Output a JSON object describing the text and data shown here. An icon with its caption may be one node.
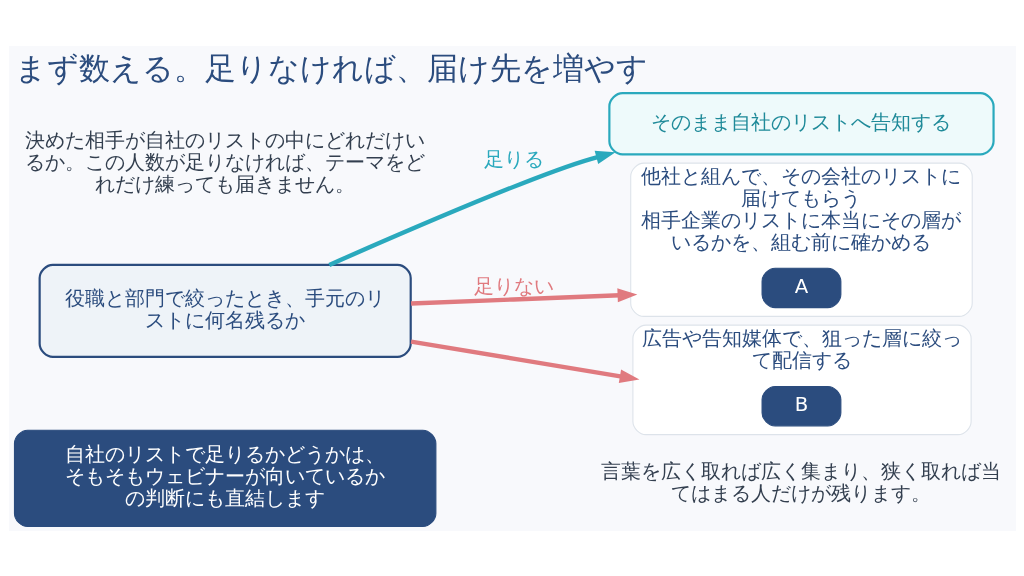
{
  "diagram": {
    "title": "まず数える。足りなければ、届け先を増やす",
    "nodes": [
      {
        "text": [
          "役職と部門で絞ったとき、手元のリストに何名残るか"
        ]
      },
      {
        "text": [
          "そのまま自社のリストへ告知する"
        ]
      },
      {
        "text": [
          "他社と組んで、その会社のリストに届けてもらう",
          "相手企業のリストに本当にその層がいるかを、組む前に確かめる"
        ]
      },
      {
        "text": [
          "A"
        ],
        "in": 2
      },
      {
        "text": [
          "広告や告知媒体で、狙った層に絞って配信する"
        ]
      },
      {
        "text": [
          "B"
        ],
        "in": 4
      },
      {
        "text": [
          "自社のリストで足りるかどうかは、そもそもウェビナーが向いているかの判断にも直結します"
        ]
      }
    ],
    "edges": [
      {
        "from": 0,
        "to": 1,
        "arrow": "to",
        "label": "足りる",
        "color": "#2aa9bd"
      },
      {
        "from": 0,
        "to": 2,
        "arrow": "to",
        "label": "足りない",
        "color": "#e07a7f"
      },
      {
        "from": 0,
        "to": 4,
        "arrow": "to",
        "color": "#e07a7f"
      }
    ],
    "labels": [
      "決めた相手が自社のリストの中にどれだけいるか。この人数が足りなければ、テーマをどれだけ練っても届きません。",
      "言葉を広く取れば広く集まり、狭く取れば当てはまる人だけが残ります。"
    ]
  }
}
